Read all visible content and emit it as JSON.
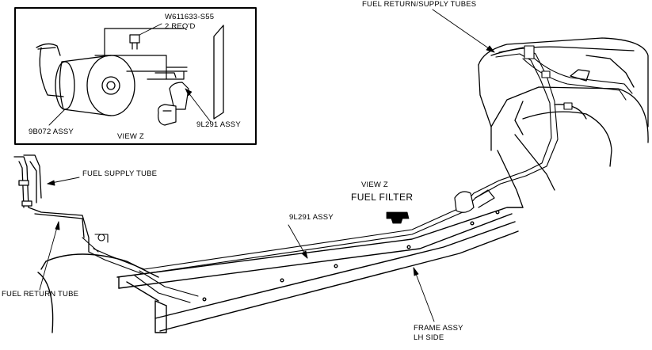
{
  "labels": {
    "fuel_return_supply_tubes": "FUEL RETURN/SUPPLY TUBES",
    "part_number": "W611633-S55",
    "req_qty": "2 REQ'D",
    "filter_assy": "9B072 ASSY",
    "view_z_inset": "VIEW Z",
    "bracket_assy_inset": "9L291 ASSY",
    "fuel_supply_tube": "FUEL SUPPLY TUBE",
    "view_z_main": "VIEW Z",
    "fuel_filter": "FUEL FILTER",
    "bracket_assy_main": "9L291  ASSY",
    "fuel_return_tube": "FUEL RETURN TUBE",
    "frame_assy_line1": "FRAME ASSY",
    "frame_assy_line2": "LH SIDE"
  }
}
